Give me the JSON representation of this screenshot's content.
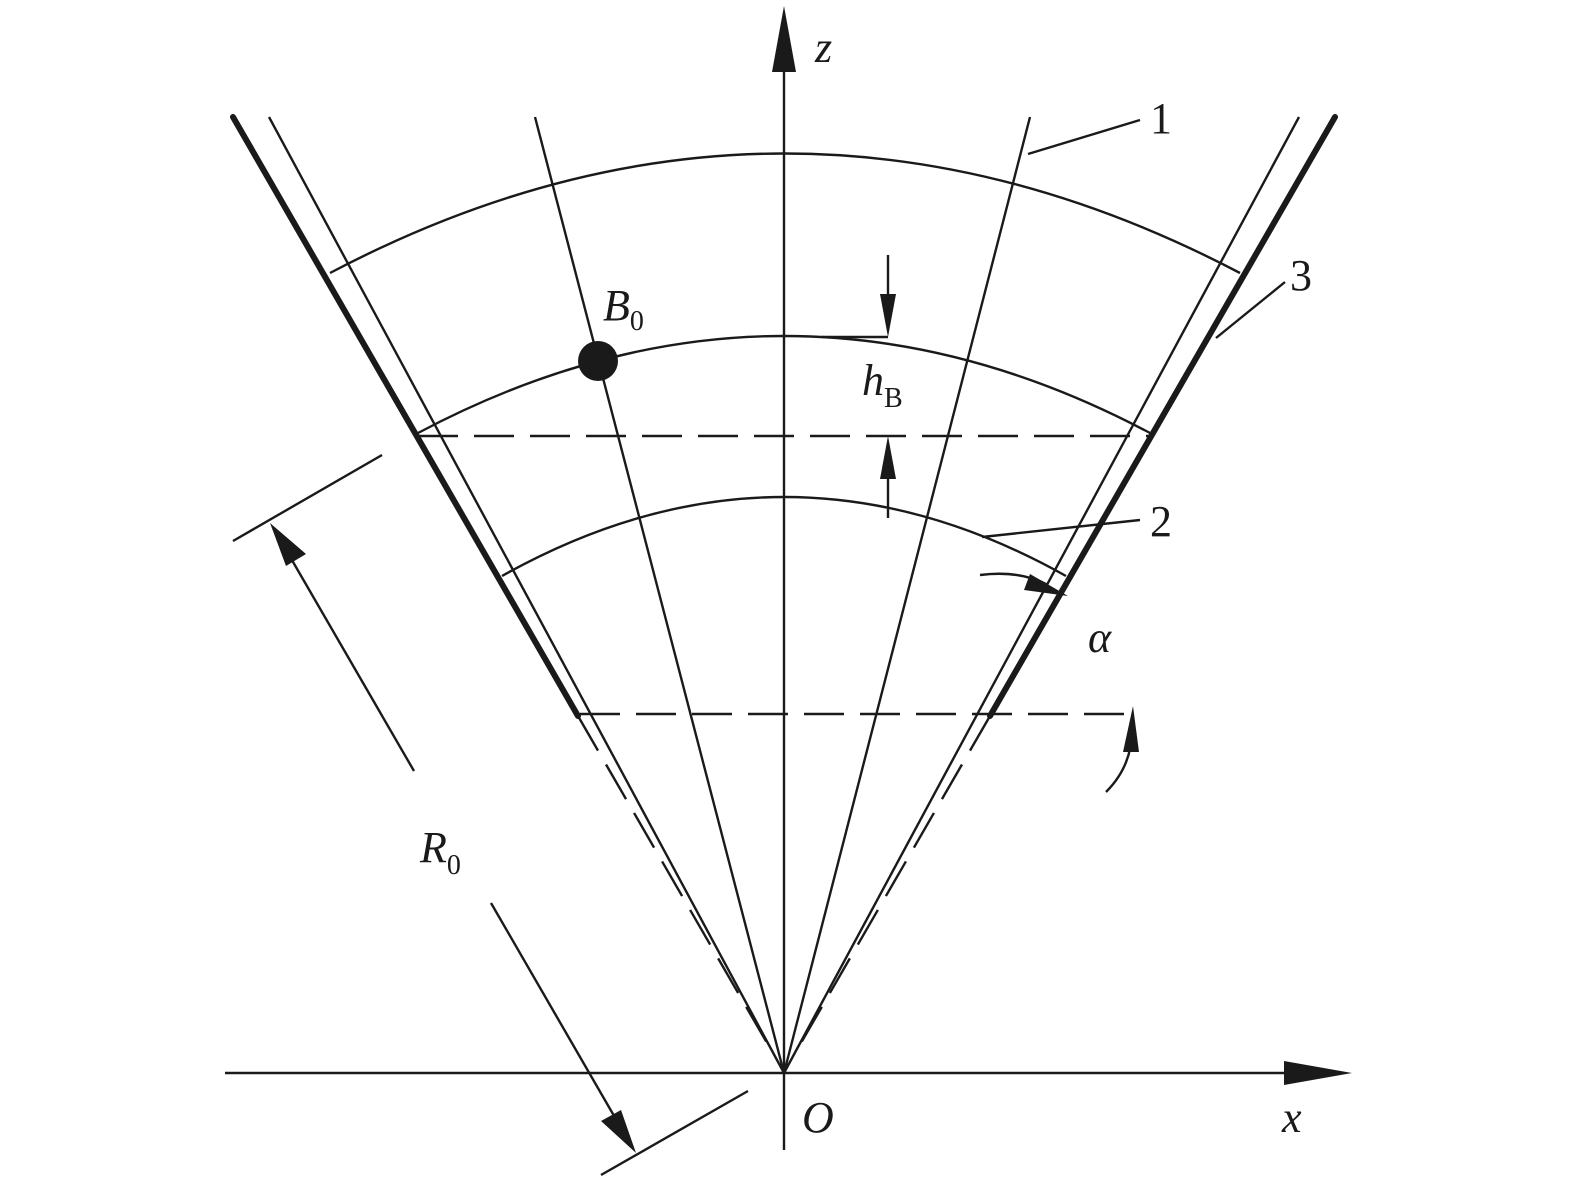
{
  "labels": {
    "z_axis": "z",
    "x_axis": "x",
    "origin": "O",
    "point_main": "B",
    "point_sub": "0",
    "height_main": "h",
    "height_sub": "B",
    "radius_main": "R",
    "radius_sub": "0",
    "angle": "α",
    "callout_1": "1",
    "callout_2": "2",
    "callout_3": "3"
  }
}
